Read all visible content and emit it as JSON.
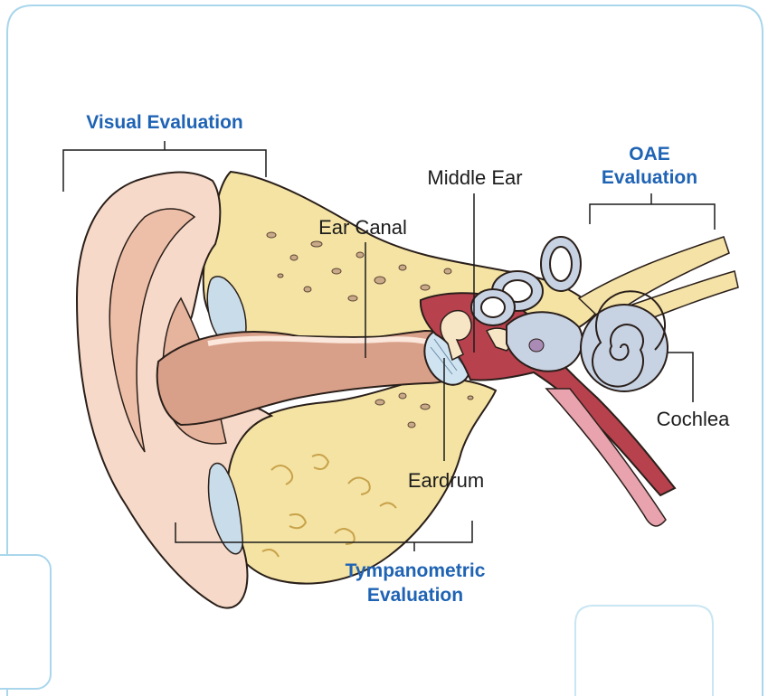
{
  "labels": {
    "visual_evaluation": "Visual Evaluation",
    "oae_line1": "OAE",
    "oae_line2": "Evaluation",
    "middle_ear": "Middle Ear",
    "ear_canal": "Ear Canal",
    "cochlea": "Cochlea",
    "eardrum": "Eardrum",
    "tympanometric_line1": "Tympanometric",
    "tympanometric_line2": "Evaluation"
  },
  "colors": {
    "label_blue": "#1f63b4",
    "label_black": "#1c1c1c",
    "frame_border": "#a9d6ec",
    "skin": "#f6d9c8",
    "bone": "#f4e3a3",
    "canal": "#d9a089",
    "middle_ear_cavity": "#b8414e",
    "inner_ear": "#c7d2e3"
  }
}
